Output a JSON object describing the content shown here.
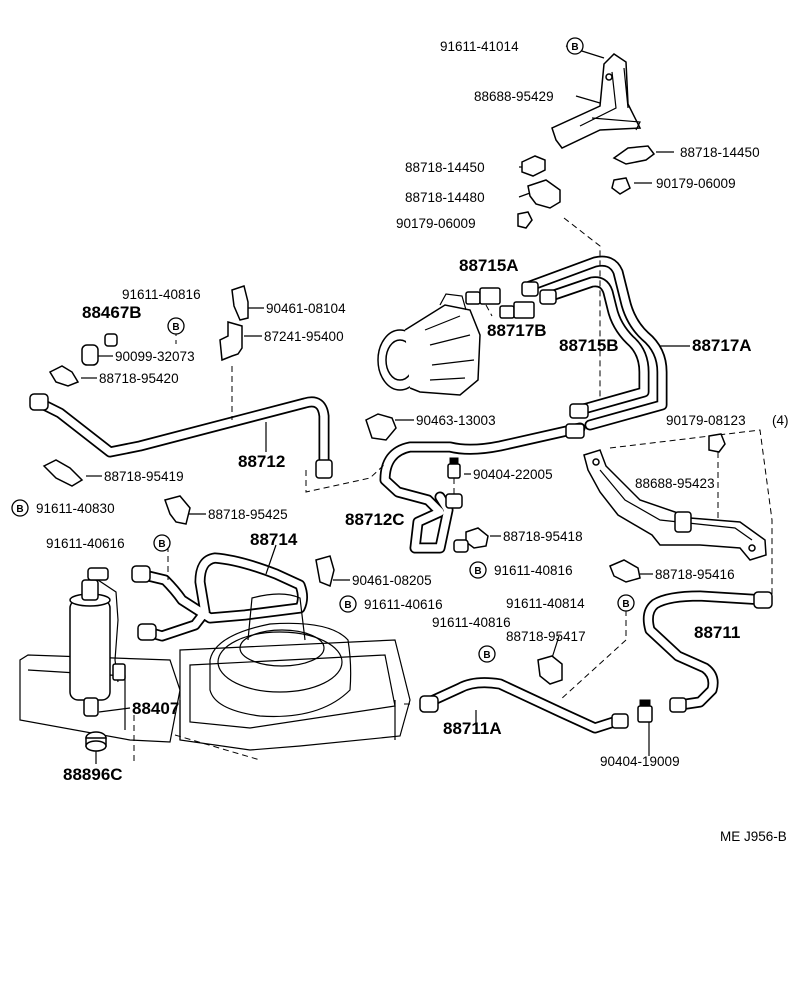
{
  "diagram": {
    "reference": "ME J956-B",
    "bolt_marker": "B",
    "labels": {
      "p91611_41014": "91611-41014",
      "p88688_95429": "88688-95429",
      "p88718_14450_a": "88718-14450",
      "p88718_14450_b": "88718-14450",
      "p90179_06009_a": "90179-06009",
      "p88718_14480": "88718-14480",
      "p90179_06009_b": "90179-06009",
      "p88715A": "88715A",
      "p88717B": "88717B",
      "p88715B": "88715B",
      "p88717A": "88717A",
      "p91611_40816_a": "91611-40816",
      "p90461_08104": "90461-08104",
      "p88467B": "88467B",
      "p87241_95400": "87241-95400",
      "p90099_32073": "90099-32073",
      "p88718_95420": "88718-95420",
      "p90463_13003": "90463-13003",
      "p90179_08123": "90179-08123",
      "p90179_08123_qty": "(4)",
      "p88712": "88712",
      "p90404_22005": "90404-22005",
      "p88718_95419": "88718-95419",
      "p88688_95423": "88688-95423",
      "p91611_40830": "91611-40830",
      "p88712C": "88712C",
      "p88718_95425": "88718-95425",
      "p88714": "88714",
      "p88718_95418": "88718-95418",
      "p91611_40616_a": "91611-40616",
      "p91611_40816_b": "91611-40816",
      "p90461_08205": "90461-08205",
      "p88718_95416": "88718-95416",
      "p91611_40616_b": "91611-40616",
      "p91611_40814": "91611-40814",
      "p88711": "88711",
      "p91611_40816_c": "91611-40816",
      "p88718_95417": "88718-95417",
      "p88407": "88407",
      "p88711A": "88711A",
      "p90404_19009": "90404-19009",
      "p88896C": "88896C"
    }
  }
}
